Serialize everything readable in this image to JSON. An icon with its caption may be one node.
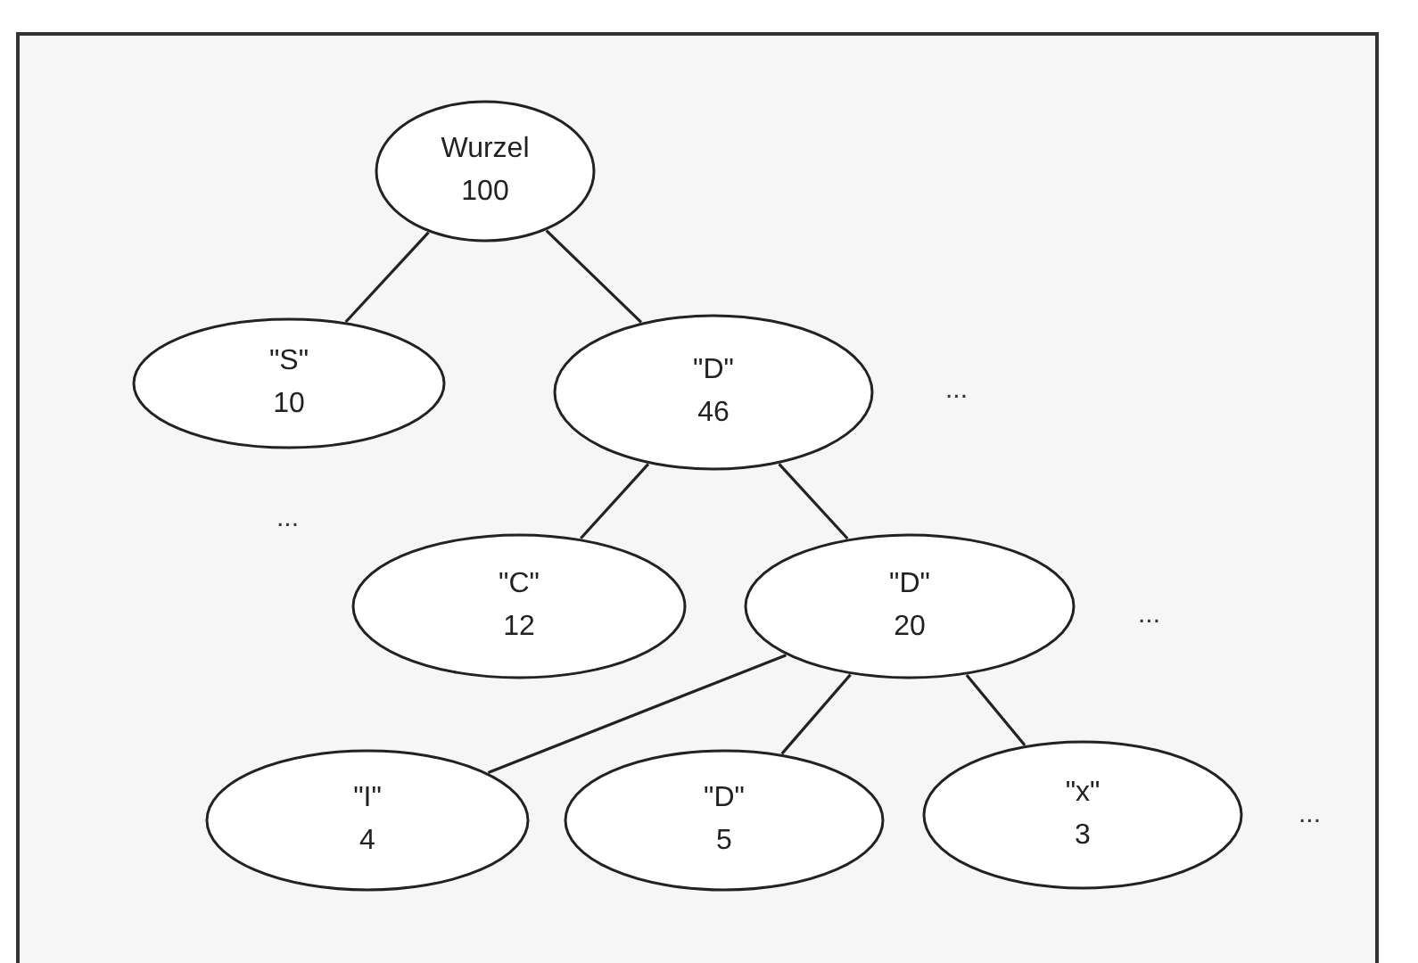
{
  "diagram": {
    "nodes": [
      {
        "text": [
          "Wurzel",
          "100"
        ]
      },
      {
        "text": [
          "\"S\"",
          "10"
        ]
      },
      {
        "text": [
          "\"D\"",
          "46"
        ]
      },
      {
        "text": [
          "\"C\"",
          "12"
        ]
      },
      {
        "text": [
          "\"D\"",
          "20"
        ]
      },
      {
        "text": [
          "\"I\"",
          "4"
        ]
      },
      {
        "text": [
          "\"D\"",
          "5"
        ]
      },
      {
        "text": [
          "\"x\"",
          "3"
        ]
      }
    ],
    "edges": [
      {
        "from": 0,
        "to": 1,
        "arrow": "none"
      },
      {
        "from": 0,
        "to": 2,
        "arrow": "none"
      },
      {
        "from": 2,
        "to": 3,
        "arrow": "none"
      },
      {
        "from": 2,
        "to": 4,
        "arrow": "none"
      },
      {
        "from": 4,
        "to": 5,
        "arrow": "none"
      },
      {
        "from": 4,
        "to": 6,
        "arrow": "none"
      },
      {
        "from": 4,
        "to": 7,
        "arrow": "none"
      }
    ],
    "labels": [
      "...",
      "...",
      "...",
      "..."
    ]
  }
}
